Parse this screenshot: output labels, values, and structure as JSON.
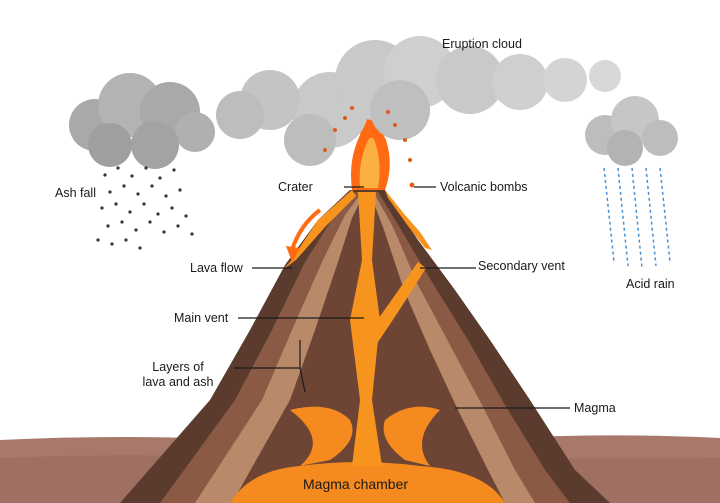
{
  "diagram": {
    "labels": {
      "eruption_cloud": "Eruption cloud",
      "ash_fall": "Ash fall",
      "crater": "Crater",
      "volcanic_bombs": "Volcanic bombs",
      "acid_rain": "Acid rain",
      "lava_flow": "Lava flow",
      "secondary_vent": "Secondary vent",
      "main_vent": "Main vent",
      "layers_line1": "Layers of",
      "layers_line2": "lava and ash",
      "magma": "Magma",
      "magma_chamber": "Magma chamber"
    },
    "colors": {
      "cloud": "#c9c9c9",
      "cloud_dark": "#a9a9a9",
      "lava": "#f7941d",
      "lava_bright": "#ff6a13",
      "magma": "#f58a1f",
      "rock_dark": "#5b3b2e",
      "rock_mid": "#8a5a44",
      "rock_light": "#b98a6a",
      "ground": "#a8786a",
      "rain": "#4a8fd0",
      "ash": "#333333"
    }
  }
}
